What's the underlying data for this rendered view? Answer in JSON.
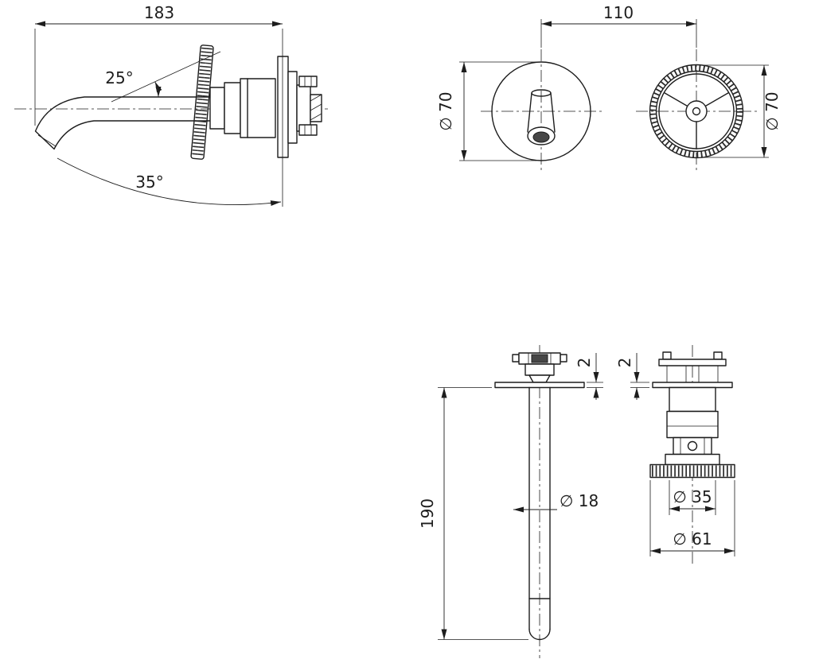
{
  "colors": {
    "background": "#ffffff",
    "ink": "#1d1d1d"
  },
  "views": {
    "spout_side": {
      "dims": {
        "projection": "183",
        "handle_angle": "25°",
        "spout_angle": "35°"
      }
    },
    "front": {
      "dims": {
        "hole_centres": "110",
        "spout_flange_dia": "∅ 70",
        "handle_flange_dia": "∅ 70"
      }
    },
    "spout_profile": {
      "dims": {
        "flange_thickness": "2",
        "length": "190",
        "tube_dia": "∅ 18"
      }
    },
    "handle_profile": {
      "dims": {
        "flange_thickness": "2",
        "body_dia": "∅ 35",
        "wheel_dia": "∅ 61"
      }
    }
  }
}
